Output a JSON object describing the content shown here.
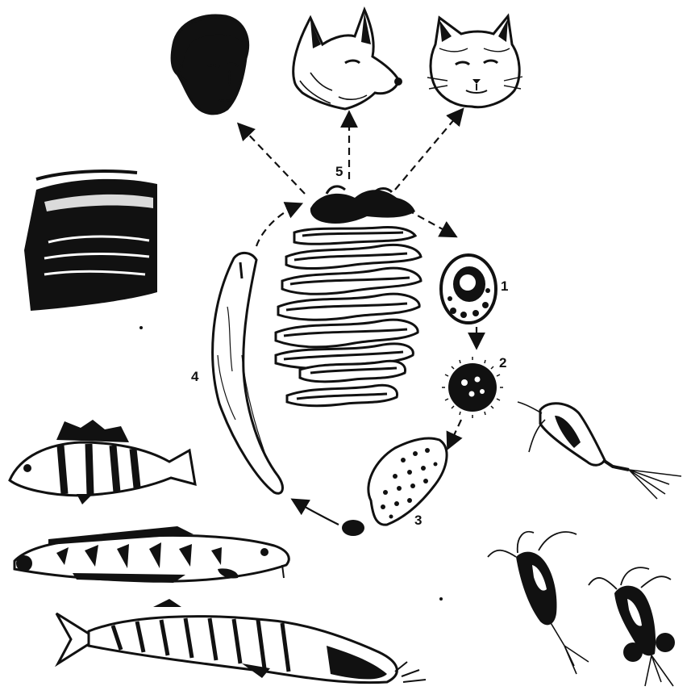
{
  "stage_labels": {
    "egg": "1",
    "coracidium": "2",
    "procercoid": "3",
    "plerocercoid": "4",
    "adult_tapeworm": "5"
  },
  "hosts": {
    "definitive": [
      "human-head-icon",
      "dog-head-icon",
      "cat-head-icon"
    ],
    "first_intermediate": [
      "copepod-icon",
      "copepod-icon",
      "copepod-icon"
    ],
    "second_intermediate": [
      "perch-fish-icon",
      "burbot-fish-icon",
      "pike-fish-icon",
      "fish-fillet-icon"
    ]
  },
  "colors": {
    "ink": "#111111",
    "background": "#ffffff"
  }
}
